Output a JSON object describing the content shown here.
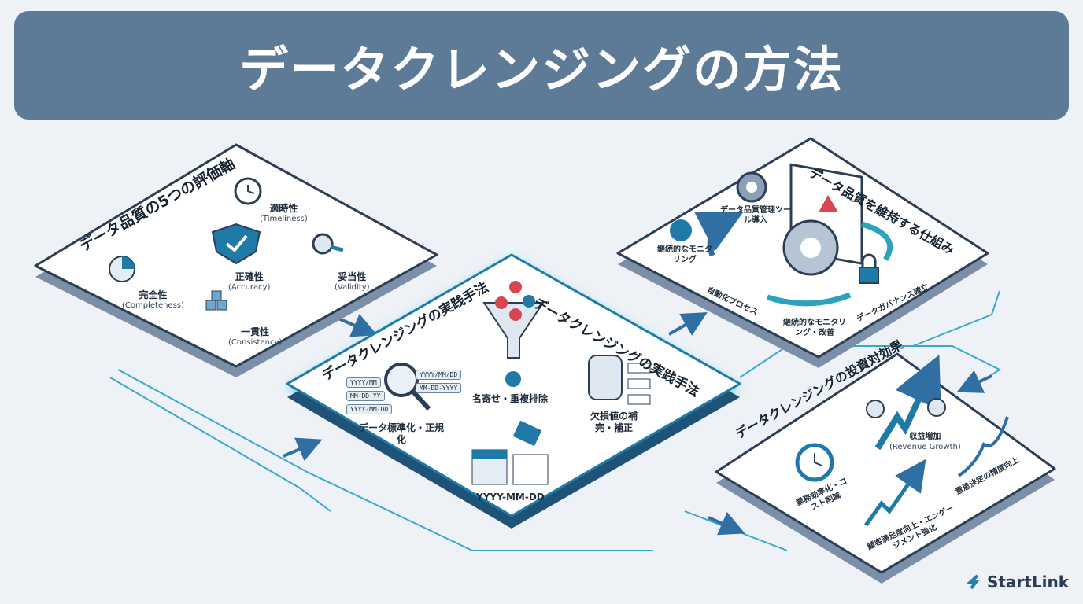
{
  "title": "データクレンジングの方法",
  "panel_quality": {
    "title": "データ品質の5つの評価軸",
    "items": [
      {
        "label": "適時性",
        "en": "(Timeliness)"
      },
      {
        "label": "正確性",
        "en": "(Accuracy)"
      },
      {
        "label": "妥当性",
        "en": "(Validity)"
      },
      {
        "label": "完全性",
        "en": "(Completeness)"
      },
      {
        "label": "一貫性",
        "en": "(Consistency)"
      }
    ]
  },
  "panel_practice": {
    "title": "データクレンジングの実践手法",
    "title_repeat": "データクレンジングの実践手法",
    "standardize": "データ標準化・正規化",
    "dedupe": "名寄せ・重複排除",
    "impute": "欠損値の補完・補正",
    "format_result": "YYYY-MM-DD",
    "format_chips": [
      "YYYY/MM",
      "MM-DD-YY",
      "YYYY-MM-DD",
      "YYYY/MM/DD",
      "MM-DD-YYYY"
    ]
  },
  "panel_maintain": {
    "title": "データ品質を維持する仕組み",
    "tool": "データ品質管理ツール導入",
    "monitoring": "継続的なモニタリング",
    "automation": "自動化プロセス",
    "governance": "データガバナンス確立",
    "improve": "継続的なモニタリング・改善"
  },
  "panel_roi": {
    "title": "データクレンジングの投資対効果",
    "efficiency": "業務効率化・コスト削減",
    "revenue": "収益増加",
    "revenue_en": "(Revenue Growth)",
    "satisfaction": "顧客満足度向上・エンゲージメント強化",
    "decision": "意思決定の精度向上"
  },
  "logo": "StartLink",
  "colors": {
    "banner": "#5d7a97",
    "accent": "#1f7aa8",
    "glow": "#35c6e8",
    "panel_edge": "#6d86a2"
  }
}
